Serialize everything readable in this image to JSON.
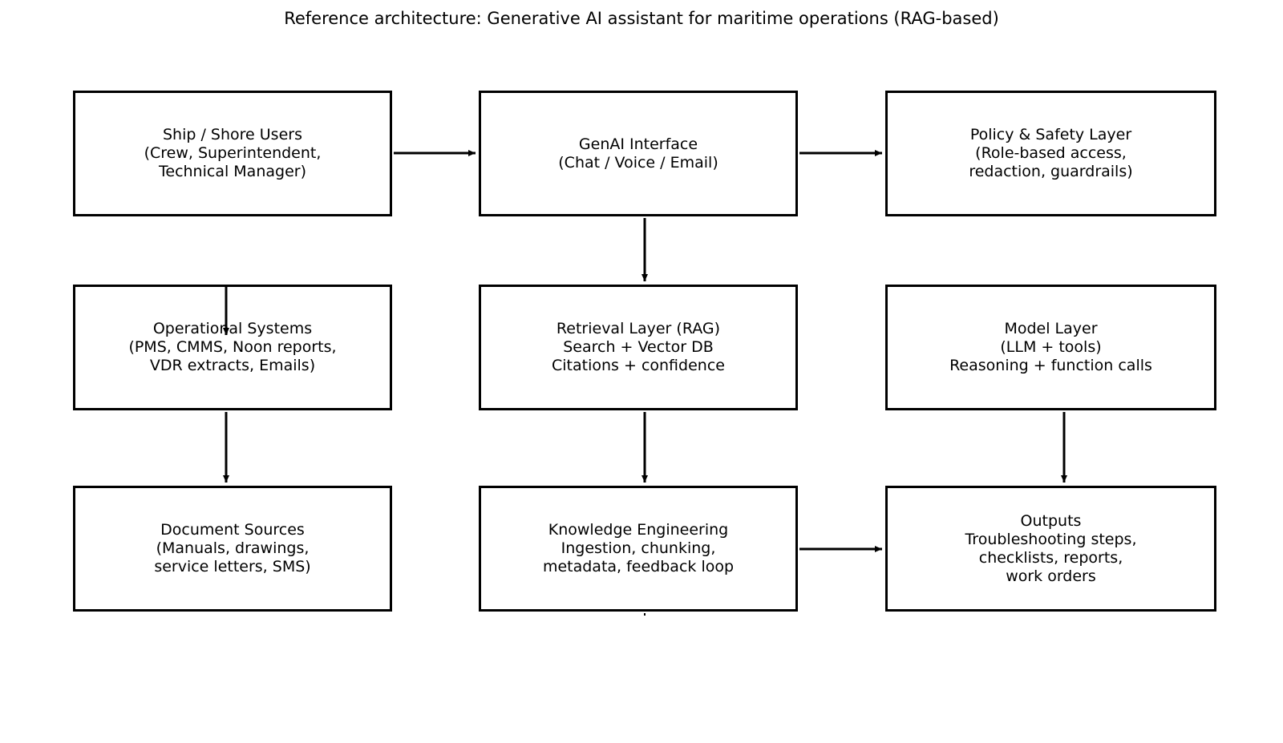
{
  "title": "Reference architecture: Generative AI assistant for maritime operations (RAG-based)",
  "nodes": {
    "users": "Ship / Shore Users\n(Crew, Superintendent,\nTechnical Manager)",
    "genai": "GenAI Interface\n(Chat / Voice / Email)",
    "policy": "Policy & Safety Layer\n(Role-based access,\nredaction, guardrails)",
    "opsys": "Operational Systems\n(PMS, CMMS, Noon reports,\nVDR extracts, Emails)",
    "retrieval": "Retrieval Layer (RAG)\nSearch + Vector DB\nCitations + confidence",
    "model": "Model Layer\n(LLM + tools)\nReasoning + function calls",
    "docs": "Document Sources\n(Manuals, drawings,\nservice letters, SMS)",
    "knowledge": "Knowledge Engineering\nIngestion, chunking,\nmetadata, feedback loop",
    "outputs": "Outputs\nTroubleshooting steps,\nchecklists, reports,\nwork orders"
  },
  "edges": [
    {
      "from": "users",
      "to": "genai"
    },
    {
      "from": "genai",
      "to": "policy"
    },
    {
      "from": "genai",
      "to": "retrieval"
    },
    {
      "from": "opsys",
      "to": "docs"
    },
    {
      "from": "retrieval",
      "to": "knowledge"
    },
    {
      "from": "model",
      "to": "outputs"
    },
    {
      "from": "knowledge",
      "to": "outputs"
    }
  ]
}
